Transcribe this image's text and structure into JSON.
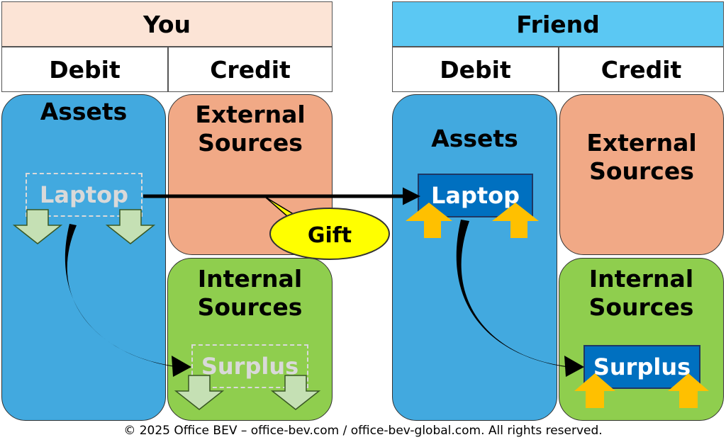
{
  "you": {
    "title": "You",
    "debit": "Debit",
    "credit": "Credit",
    "assets": "Assets",
    "external": "External\nSources",
    "internal": "Internal\nSources",
    "item": "Laptop",
    "surplus": "Surplus"
  },
  "friend": {
    "title": "Friend",
    "debit": "Debit",
    "credit": "Credit",
    "assets": "Assets",
    "external": "External\nSources",
    "internal": "Internal\nSources",
    "item": "Laptop",
    "surplus": "Surplus"
  },
  "callout": "Gift",
  "footer": "© 2025 Office BEV – office-bev.com / office-bev-global.com. All rights reserved.",
  "colors": {
    "you_header": "#fce4d6",
    "friend_header": "#5bc8f3",
    "assets": "#42a9df",
    "external": "#f1a986",
    "internal": "#8fce4e",
    "callout": "#ffff00",
    "decrease_arrow": "#c5e0b4",
    "increase_arrow": "#ffc000",
    "item_fill": "#0070c0"
  }
}
